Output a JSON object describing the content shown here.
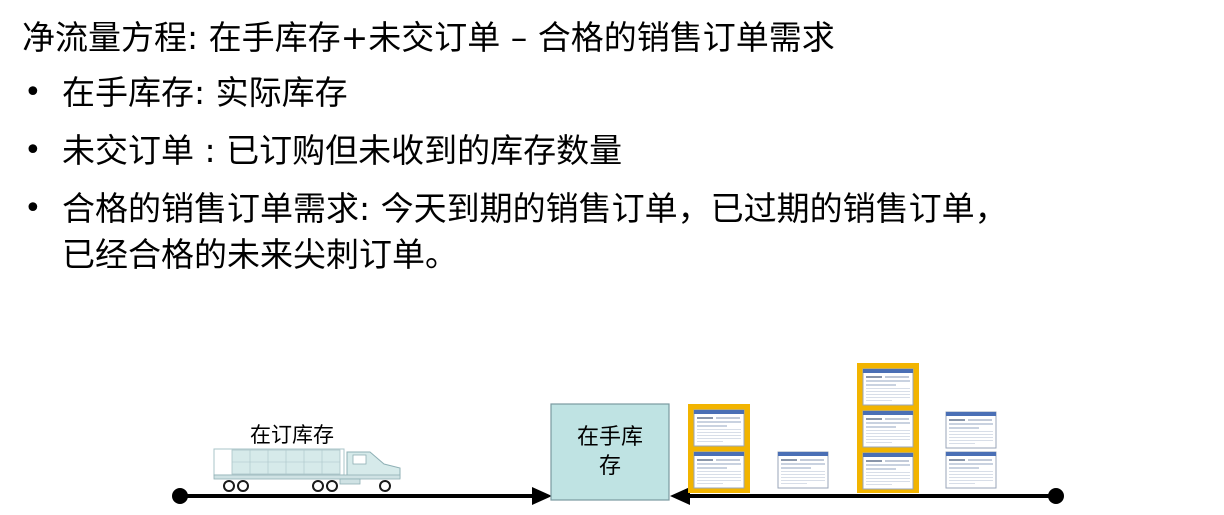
{
  "title": "净流量方程: 在手库存+未交订单 – 合格的销售订单需求",
  "bullets": [
    {
      "text": "在手库存: 实际库存"
    },
    {
      "text": "未交订单 : 已订购但未收到的库存数量"
    },
    {
      "line1": "合格的销售订单需求: 今天到期的销售订单，已过期的销售订单，",
      "line2": "已经合格的未来尖刺订单。"
    }
  ],
  "diagram": {
    "truck_label": "在订库存",
    "onhand_line1": "在手库",
    "onhand_line2": "存",
    "colors": {
      "onhand_fill": "#bfe3e3",
      "truck_fill": "#d6eaea",
      "order_highlight": "#f2b400",
      "order_doc_header": "#4a6fb5",
      "line": "#000000"
    }
  }
}
